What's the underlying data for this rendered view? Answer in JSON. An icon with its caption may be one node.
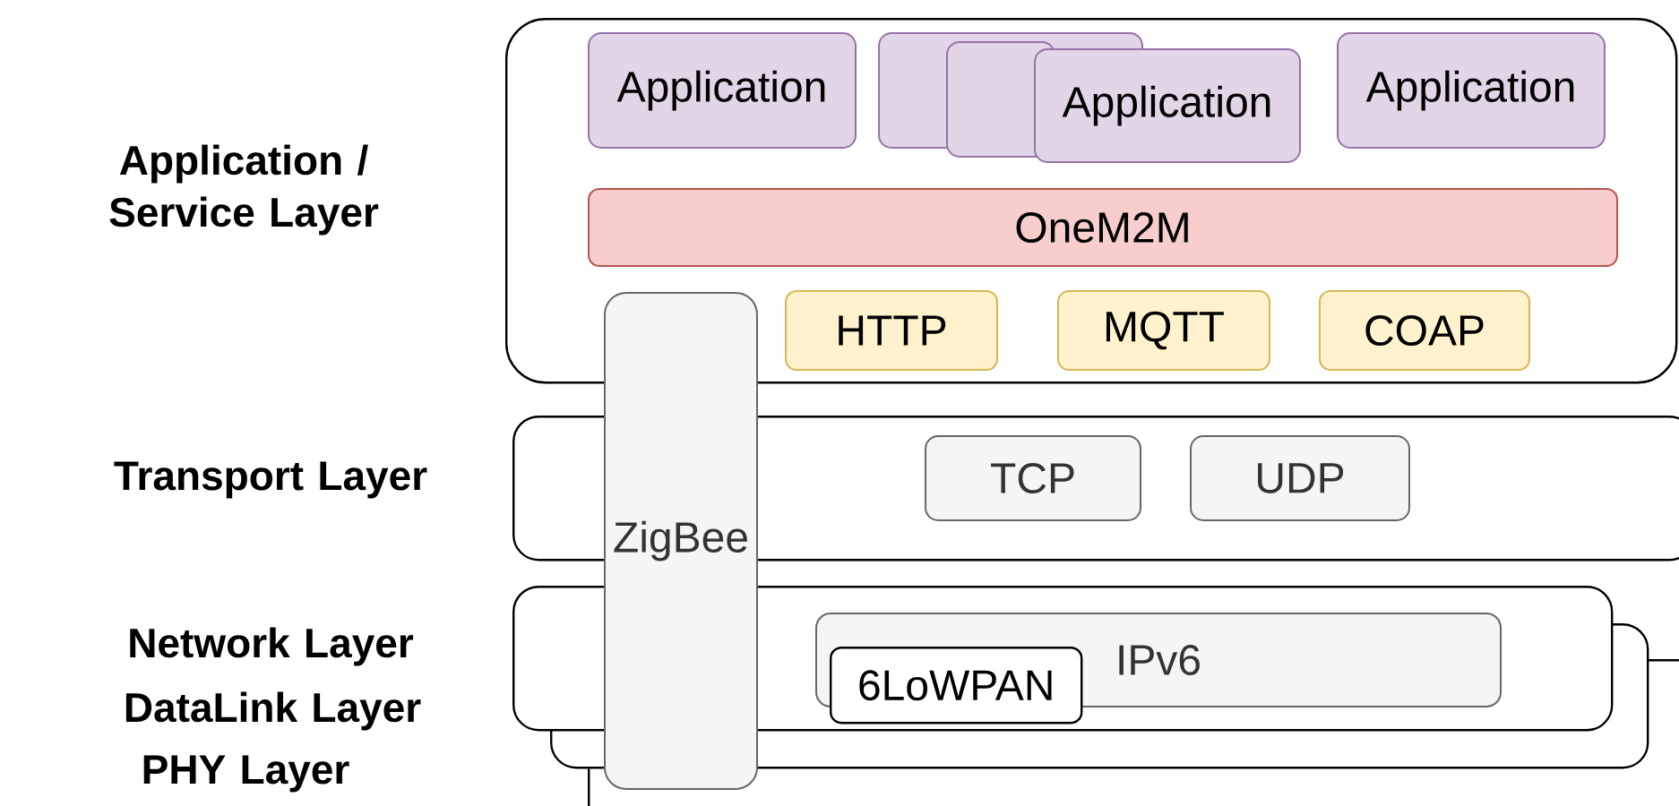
{
  "diagram": {
    "nodes": [
      {
        "text": [],
        "shape": "box"
      },
      {
        "text": [
          "Application"
        ],
        "in": 0
      },
      {
        "text": [],
        "shape": "box",
        "in": 0
      },
      {
        "text": [],
        "shape": "box",
        "in": 0
      },
      {
        "text": [
          "Application"
        ],
        "in": 0
      },
      {
        "text": [
          "Application"
        ],
        "in": 0
      },
      {
        "text": [
          "OneM2M"
        ],
        "in": 0
      },
      {
        "text": [
          "HTTP"
        ],
        "in": 0
      },
      {
        "text": [
          "MQTT"
        ],
        "in": 0
      },
      {
        "text": [
          "COAP"
        ],
        "in": 0
      },
      {
        "text": [
          "ZigBee"
        ]
      },
      {
        "text": [],
        "shape": "box"
      },
      {
        "text": [
          "TCP"
        ],
        "in": 11
      },
      {
        "text": [
          "UDP"
        ],
        "in": 11
      },
      {
        "text": [],
        "shape": "box"
      },
      {
        "text": [],
        "shape": "box"
      },
      {
        "text": [],
        "shape": "box"
      },
      {
        "text": [
          "IPv6"
        ],
        "in": 14
      },
      {
        "text": [
          "6LoWPAN"
        ]
      }
    ],
    "labels": [
      "Application / Service Layer",
      "Transport Layer",
      "Network Layer",
      "DataLink Layer",
      "PHY Layer"
    ]
  }
}
